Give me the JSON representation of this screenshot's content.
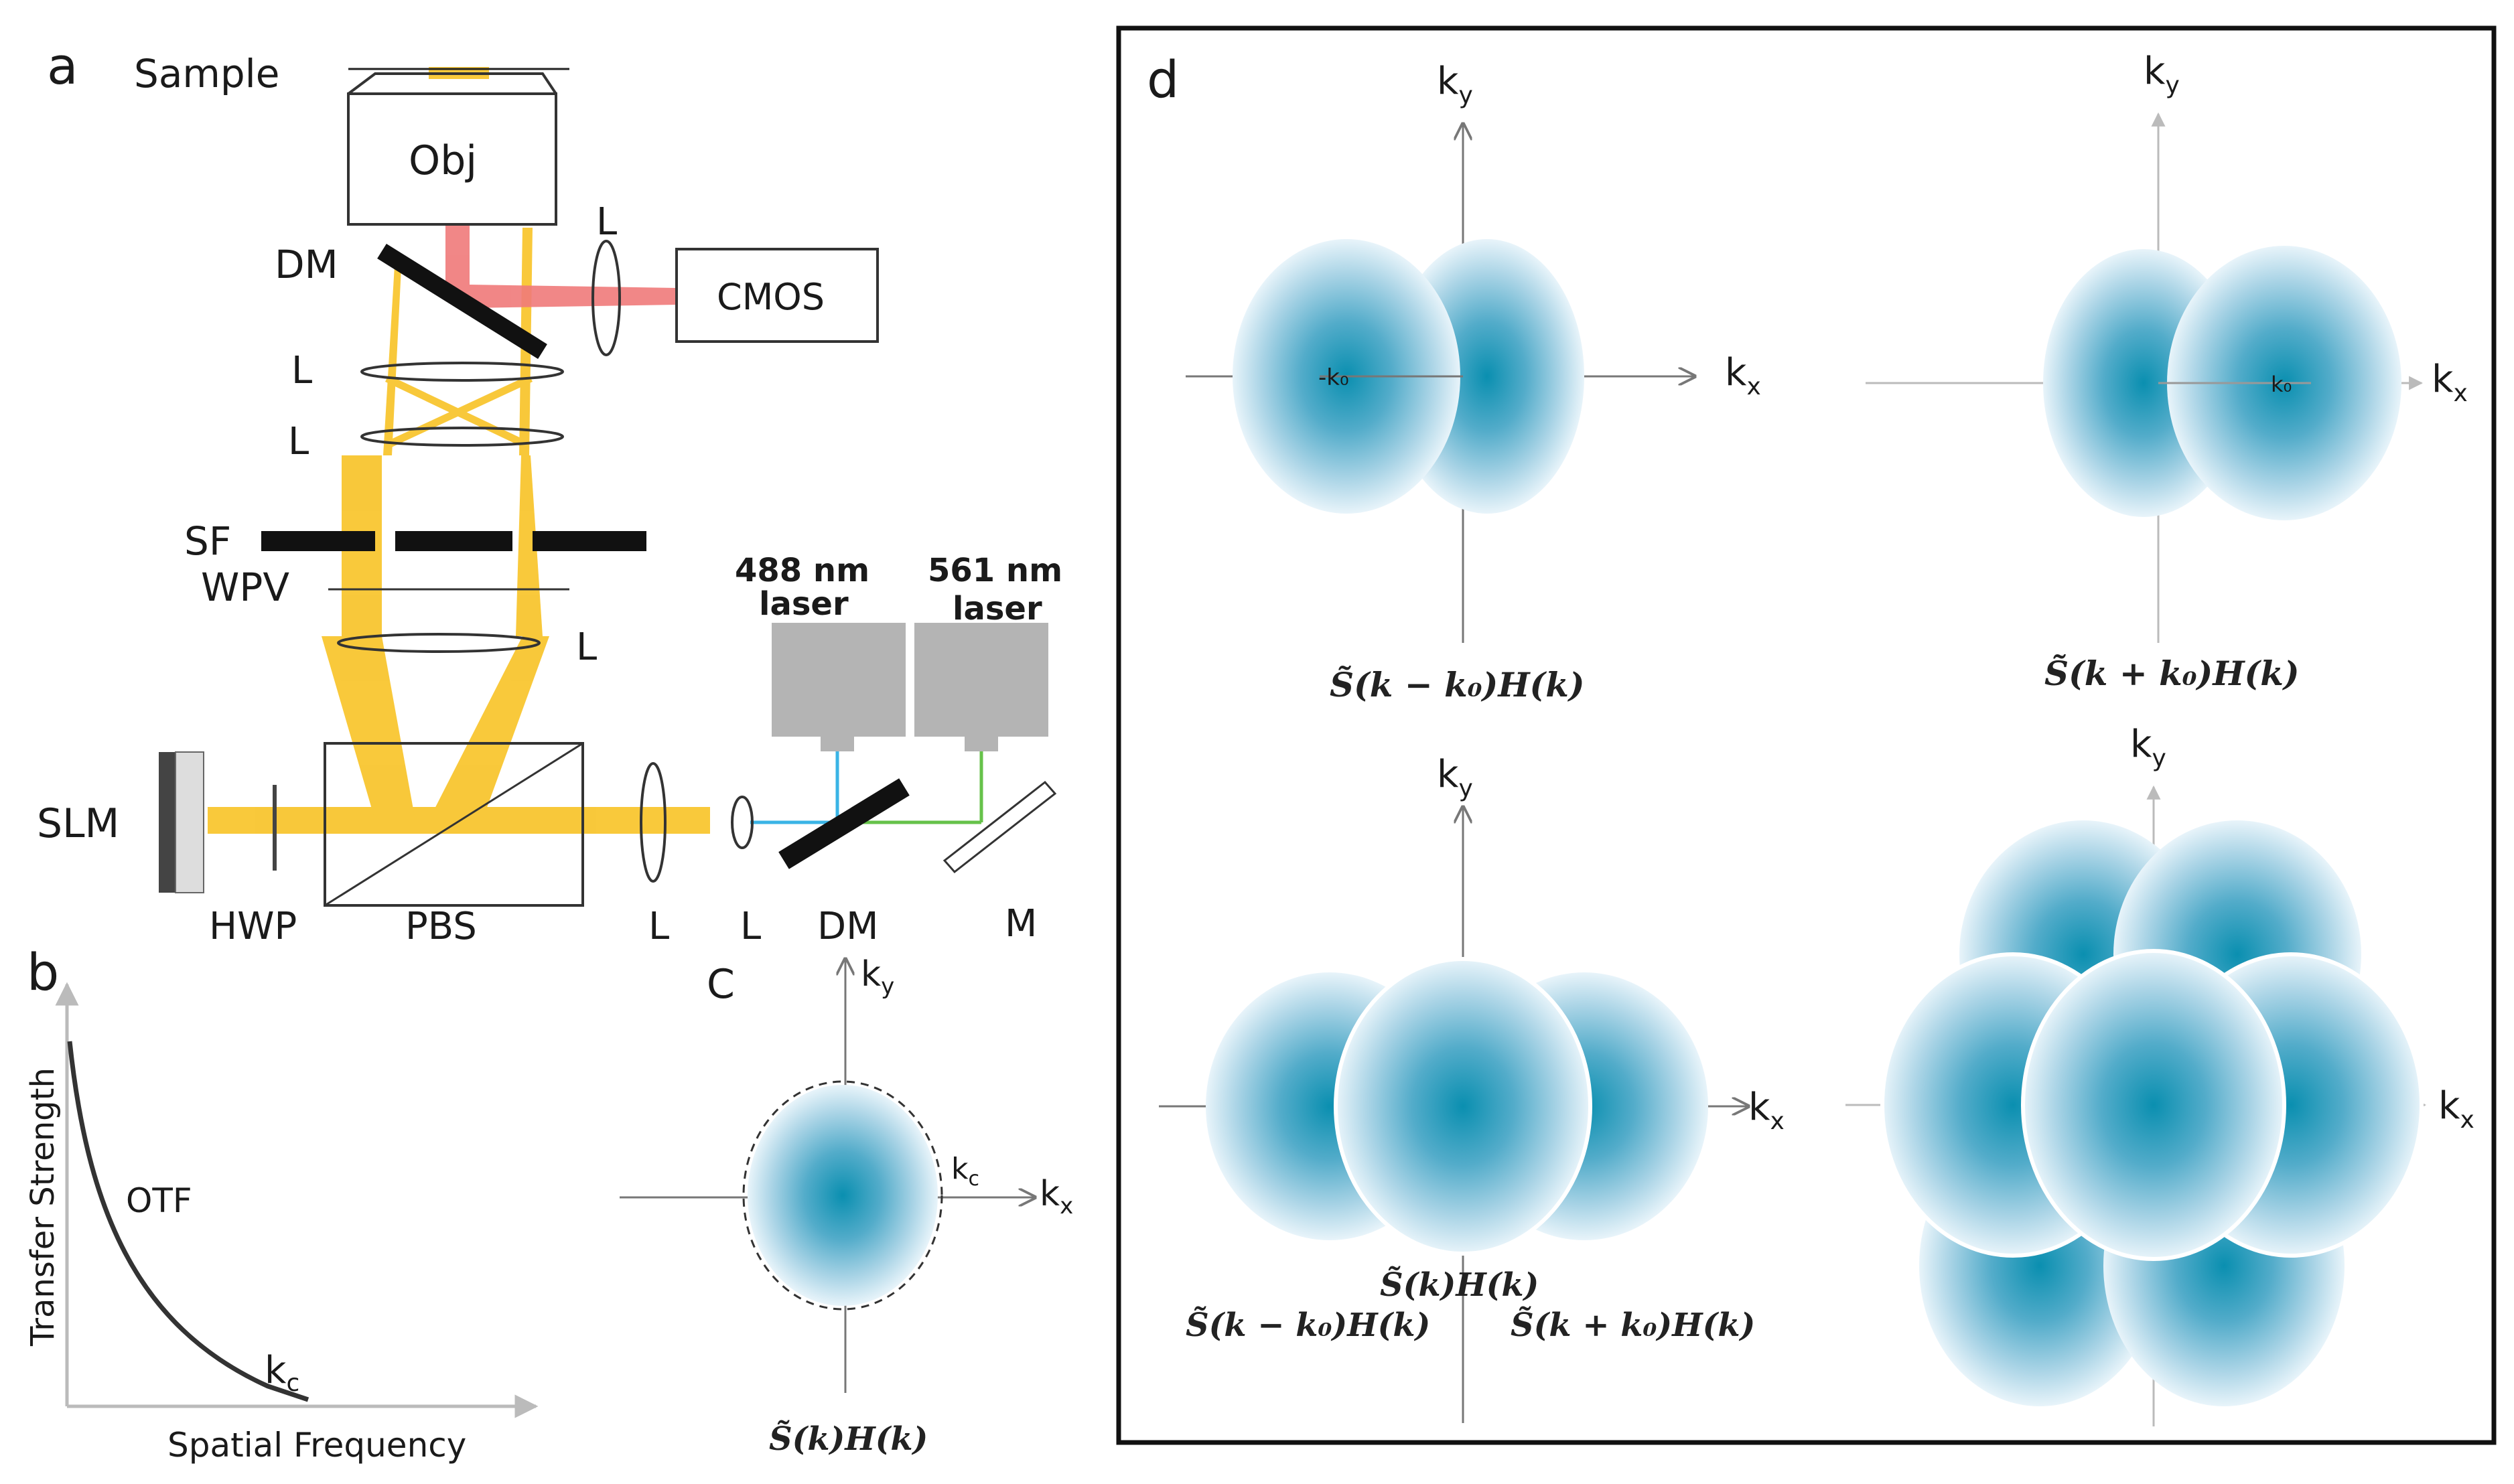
{
  "panels": {
    "a": {
      "letter": "a",
      "labels": {
        "sample": "Sample",
        "obj": "Obj",
        "dm_top": "DM",
        "l_cmos": "L",
        "cmos": "CMOS",
        "l1": "L",
        "l2": "L",
        "sf": "SF",
        "wpv": "WPV",
        "l3": "L",
        "laser488_a": "488 nm",
        "laser488_b": "laser",
        "laser561_a": "561 nm",
        "laser561_b": "laser",
        "slm": "SLM",
        "hwp": "HWP",
        "pbs": "PBS",
        "l_bottom1": "L",
        "l_bottom2": "L",
        "dm_bottom": "DM",
        "m": "M"
      }
    },
    "b": {
      "letter": "b",
      "ylabel": "Transfer Strength",
      "xlabel": "Spatial Frequency",
      "curve_label": "OTF",
      "kc_label": "k",
      "kc_sub": "c"
    },
    "c": {
      "letter": "C",
      "ky": "k",
      "ky_sub": "y",
      "kx": "k",
      "kx_sub": "x",
      "kc": "k",
      "kc_sub": "c",
      "formula": "S̃(k)H(k)"
    },
    "d": {
      "letter": "d",
      "q1": {
        "ky": "k",
        "ky_sub": "y",
        "kx": "k",
        "kx_sub": "x",
        "center": "-k₀",
        "formula": "S̃(k − k₀)H(k)"
      },
      "q2": {
        "ky": "k",
        "ky_sub": "y",
        "kx": "k",
        "kx_sub": "x",
        "center": "k₀",
        "formula": "S̃(k + k₀)H(k)"
      },
      "q3": {
        "ky": "k",
        "ky_sub": "y",
        "kx": "k",
        "kx_sub": "x",
        "formula_left": "S̃(k − k₀)H(k)",
        "formula_mid": "S̃(k)H(k)",
        "formula_right": "S̃(k + k₀)H(k)"
      },
      "q4": {
        "ky": "k",
        "ky_sub": "y",
        "kx": "k",
        "kx_sub": "x"
      }
    }
  },
  "colors": {
    "beam_yellow": "#f8c42a",
    "beam_red": "#f07a7a",
    "beam_blue": "#3ab4e6",
    "beam_green": "#66c24a",
    "laser_gray": "#b4b4b4",
    "otf_center": "#0a8fb0"
  }
}
